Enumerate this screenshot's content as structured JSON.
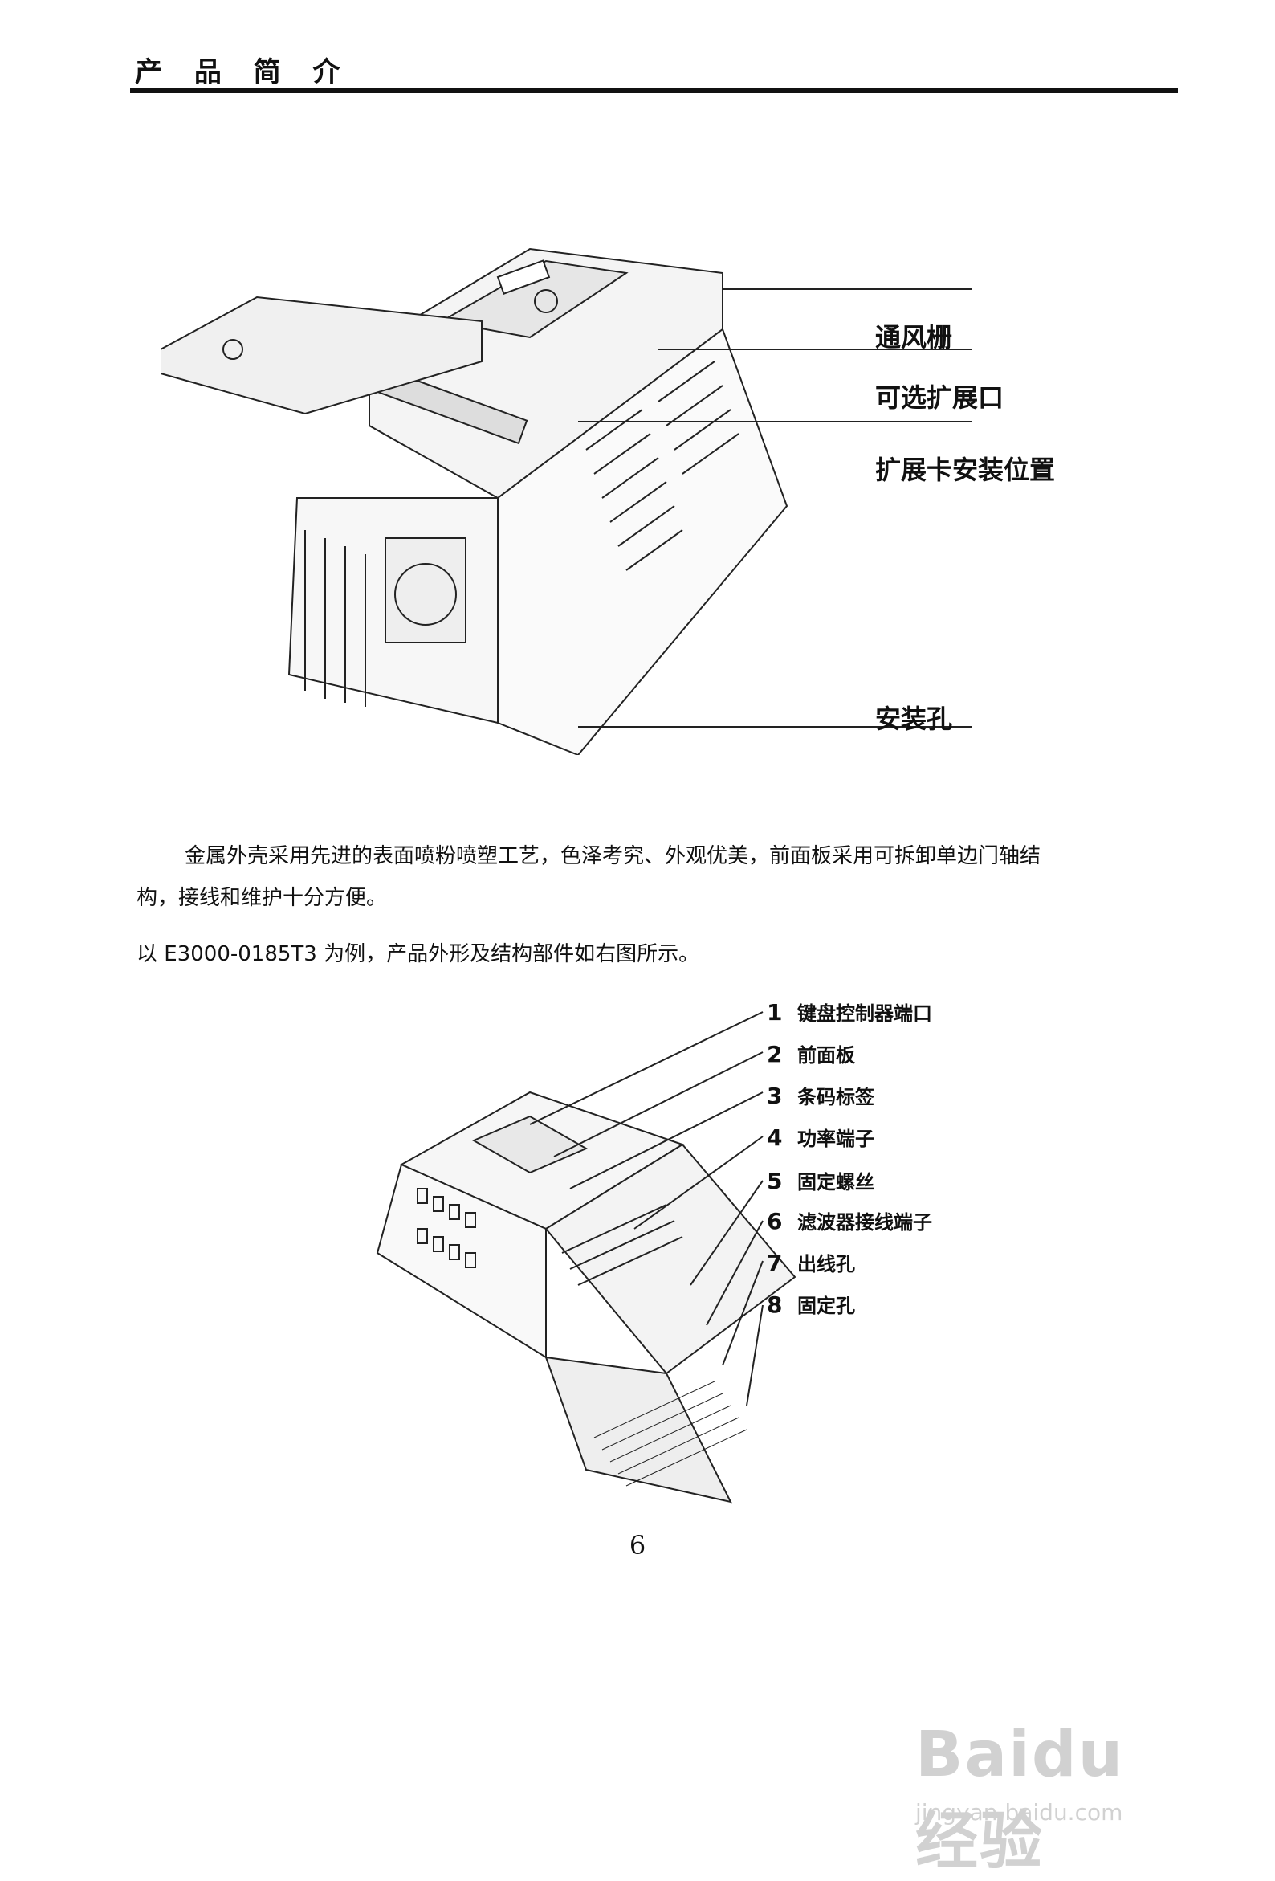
{
  "header": {
    "title": "产 品 简 介"
  },
  "figure1": {
    "labels": [
      "通风栅",
      "可选扩展口",
      "扩展卡安装位置",
      "安装孔"
    ]
  },
  "text": {
    "para1_line1": "金属外壳采用先进的表面喷粉喷塑工艺，色泽考究、外观优美，前面板采用可拆卸单边门轴结",
    "para1_line2": "构，接线和维护十分方便。",
    "para2": "以 E3000-0185T3 为例，产品外形及结构部件如右图所示。"
  },
  "figure2": {
    "callouts": [
      {
        "num": "1",
        "label": "键盘控制器端口"
      },
      {
        "num": "2",
        "label": "前面板"
      },
      {
        "num": "3",
        "label": "条码标签"
      },
      {
        "num": "4",
        "label": "功率端子"
      },
      {
        "num": "5",
        "label": "固定螺丝"
      },
      {
        "num": "6",
        "label": "滤波器接线端子"
      },
      {
        "num": "7",
        "label": "出线孔"
      },
      {
        "num": "8",
        "label": "固定孔"
      }
    ]
  },
  "page_number": "6",
  "watermark": {
    "logo": "Baidu经验",
    "url": "jingyan.baidu.com"
  }
}
